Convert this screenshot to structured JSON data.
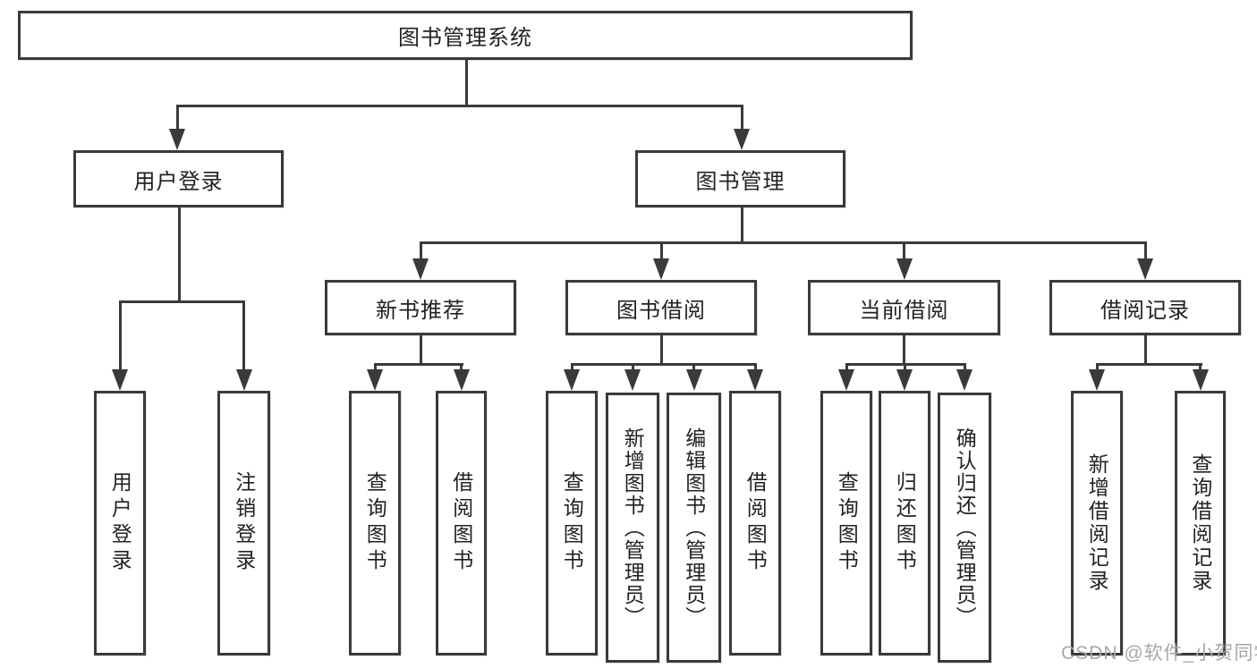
{
  "tree": {
    "root": {
      "label": "图书管理系统"
    },
    "children": [
      {
        "label": "用户登录",
        "children": [
          {
            "label": "用户登录"
          },
          {
            "label": "注销登录"
          }
        ]
      },
      {
        "label": "图书管理",
        "children": [
          {
            "label": "新书推荐",
            "children": [
              {
                "label": "查询图书"
              },
              {
                "label": "借阅图书"
              }
            ]
          },
          {
            "label": "图书借阅",
            "children": [
              {
                "label": "查询图书"
              },
              {
                "label": "新增图书（管理员）"
              },
              {
                "label": "编辑图书（管理员）"
              },
              {
                "label": "借阅图书"
              }
            ]
          },
          {
            "label": "当前借阅",
            "children": [
              {
                "label": "查询图书"
              },
              {
                "label": "归还图书"
              },
              {
                "label": "确认归还（管理员）"
              }
            ]
          },
          {
            "label": "借阅记录",
            "children": [
              {
                "label": "新增借阅记录"
              },
              {
                "label": "查询借阅记录"
              }
            ]
          }
        ]
      }
    ]
  },
  "watermark": {
    "text": "CSDN @软件_小贺同学"
  },
  "colors": {
    "line": "#3a3a3a",
    "box_border": "#3a3a3a",
    "box_fill": "#ffffff",
    "text": "#222222",
    "watermark": "#a8a8ab",
    "background": "#ffffff"
  }
}
